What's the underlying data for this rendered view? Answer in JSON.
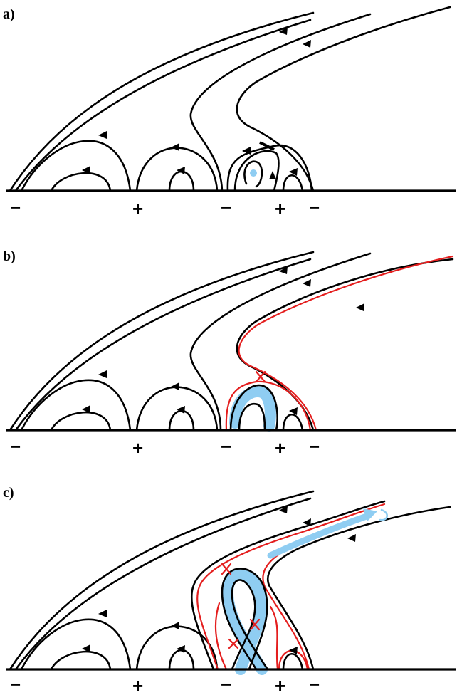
{
  "panels": [
    {
      "label": "a)",
      "polarities": [
        "−",
        "+",
        "−",
        "+",
        "−"
      ]
    },
    {
      "label": "b)",
      "polarities": [
        "−",
        "+",
        "−",
        "+",
        "−"
      ]
    },
    {
      "label": "c)",
      "polarities": [
        "−",
        "+",
        "−",
        "+",
        "−"
      ]
    }
  ],
  "colors": {
    "field_line": "#000000",
    "reconnection_separatrix": "#e41e1e",
    "flux_rope": "#8fcdf2"
  },
  "icons": {
    "field_direction": "arrowhead",
    "reconnection_site": "x-mark",
    "ejection": "blue-arrow"
  }
}
